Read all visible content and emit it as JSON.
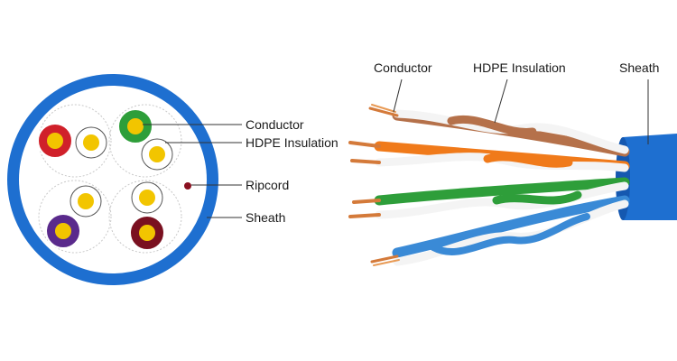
{
  "cross_section": {
    "labels": {
      "conductor": "Conductor",
      "insulation": "HDPE Insulation",
      "ripcord": "Ripcord",
      "sheath": "Sheath"
    }
  },
  "cable_view": {
    "labels": {
      "conductor": "Conductor",
      "insulation": "HDPE Insulation",
      "sheath": "Sheath"
    }
  },
  "colors": {
    "sheath": "#1e6fd0",
    "sheath_dark": "#1558b0",
    "conductor": "#f2c500",
    "copper": "#d47a3a",
    "red": "#d0202a",
    "green": "#2e9e3a",
    "purple": "#5a2a8c",
    "maroon": "#7a1020",
    "orange": "#f07a1a",
    "brown": "#b5714a",
    "blue_wire": "#3a8ad6",
    "ripcord": "#8a1020"
  }
}
